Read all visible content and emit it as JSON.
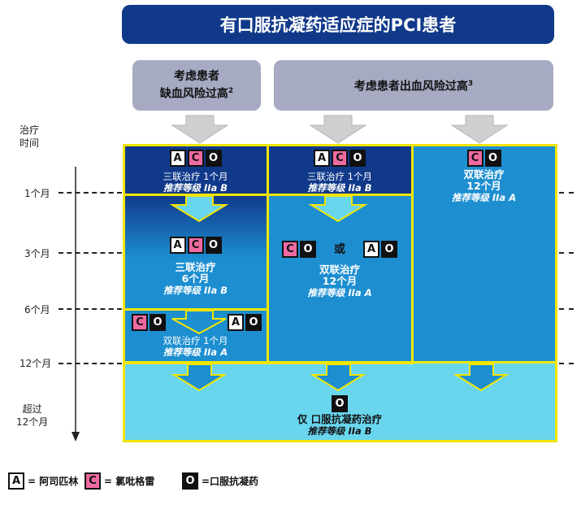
{
  "title": "有口服抗凝药适应症的PCI患者",
  "headers": {
    "left_line1": "考虑患者",
    "left_line2": "缺血风险过高",
    "left_sup": "2",
    "right": "考虑患者出血风险过高",
    "right_sup": "3"
  },
  "timeline": {
    "axis_label_line1": "治疗",
    "axis_label_line2": "时间",
    "marks": [
      "1个月",
      "3个月",
      "6个月",
      "12个月"
    ],
    "beyond_line1": "超过",
    "beyond_line2": "12个月"
  },
  "letters": {
    "A": "A",
    "C": "C",
    "O": "O"
  },
  "col1": {
    "top_title": "三联治疗 1个月",
    "top_grade": "推荐等级 IIa B",
    "mid_title": "三联治疗",
    "mid_duration": "6个月",
    "mid_grade": "推荐等级 IIa B",
    "bottom_title": "双联治疗 1个月",
    "bottom_grade": "推荐等级 IIa A"
  },
  "col2": {
    "top_title": "三联治疗 1个月",
    "top_grade": "推荐等级 IIa B",
    "or_text": "或",
    "mid_title": "双联治疗",
    "mid_duration": "12个月",
    "mid_grade": "推荐等级 IIa A"
  },
  "col3": {
    "title": "双联治疗",
    "duration": "12个月",
    "grade": "推荐等级 IIa A"
  },
  "bottom": {
    "title": "仅 口服抗凝药治疗",
    "grade": "推荐等级 IIa B"
  },
  "legend": {
    "A_text": "= 阿司匹林",
    "C_text": "= 氯吡格雷",
    "O_text": "=口服抗凝药"
  },
  "colors": {
    "navy": "#10398a",
    "mid_blue": "#1d8fd1",
    "light_blue": "#69d6ee",
    "panel_border": "#f2e600",
    "header_grey": "#a6aac3",
    "arrow_grey": "#cfcfcf",
    "clopidogrel_pink": "#ef6aa1"
  }
}
